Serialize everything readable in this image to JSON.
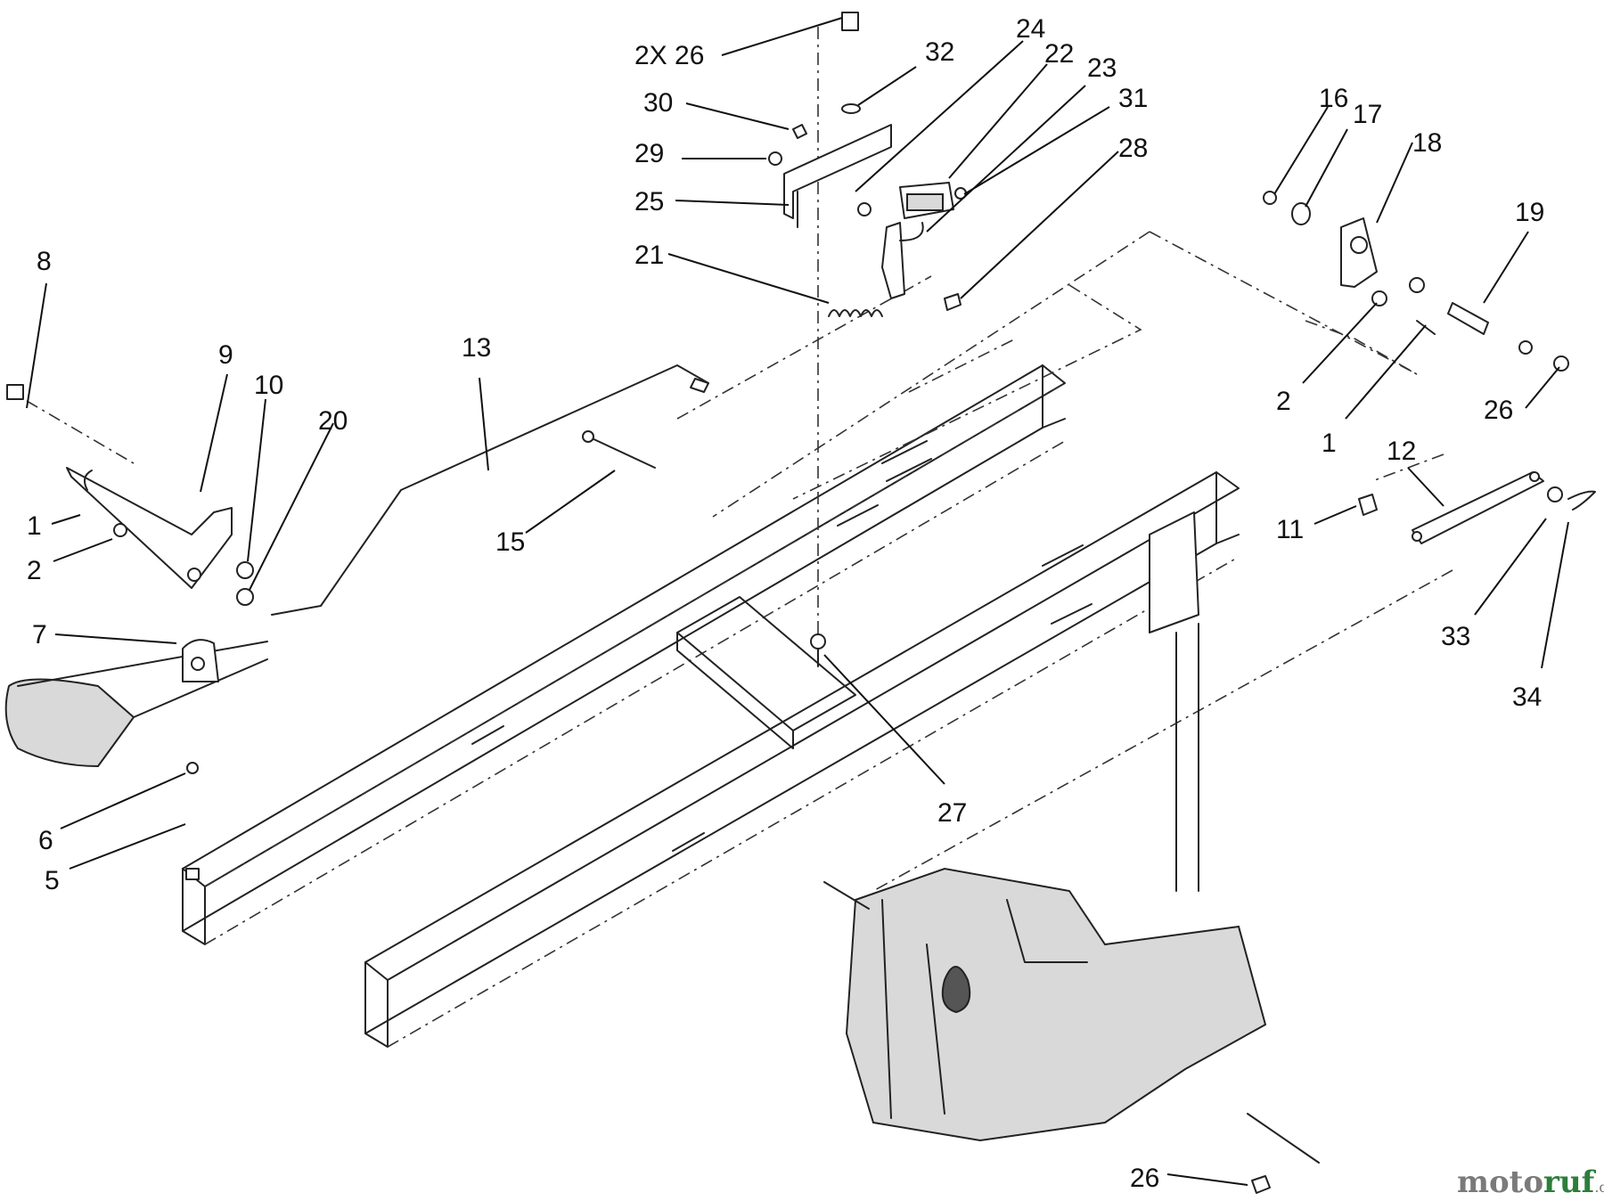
{
  "callouts": {
    "c_2x26": "2X 26",
    "c_32": "32",
    "c_30": "30",
    "c_29": "29",
    "c_25": "25",
    "c_21": "21",
    "c_24": "24",
    "c_22": "22",
    "c_23": "23",
    "c_31": "31",
    "c_28": "28",
    "c_16": "16",
    "c_17": "17",
    "c_18": "18",
    "c_19": "19",
    "c_2_right": "2",
    "c_26_right": "26",
    "c_1_right": "1",
    "c_12": "12",
    "c_11": "11",
    "c_33": "33",
    "c_34": "34",
    "c_8": "8",
    "c_9": "9",
    "c_10": "10",
    "c_20": "20",
    "c_13": "13",
    "c_1_left": "1",
    "c_2_left": "2",
    "c_7": "7",
    "c_15": "15",
    "c_6": "6",
    "c_5": "5",
    "c_27": "27",
    "c_26_bottom": "26"
  },
  "watermark": {
    "part1": "moto",
    "part2": "ruf",
    "suffix": ".de"
  }
}
